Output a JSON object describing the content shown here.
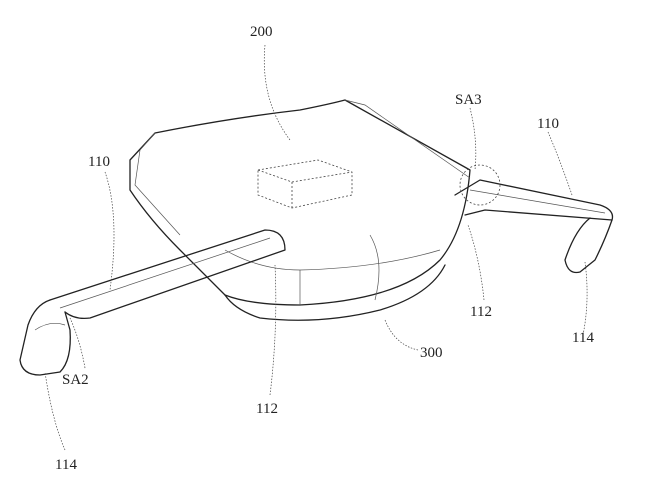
{
  "labels": {
    "body": "200",
    "sa3": "SA3",
    "arm_right": "110",
    "arm_left": "110",
    "joint_right": "112",
    "tip_right": "114",
    "base": "300",
    "sa2": "SA2",
    "joint_left": "112",
    "tip_left": "114"
  }
}
